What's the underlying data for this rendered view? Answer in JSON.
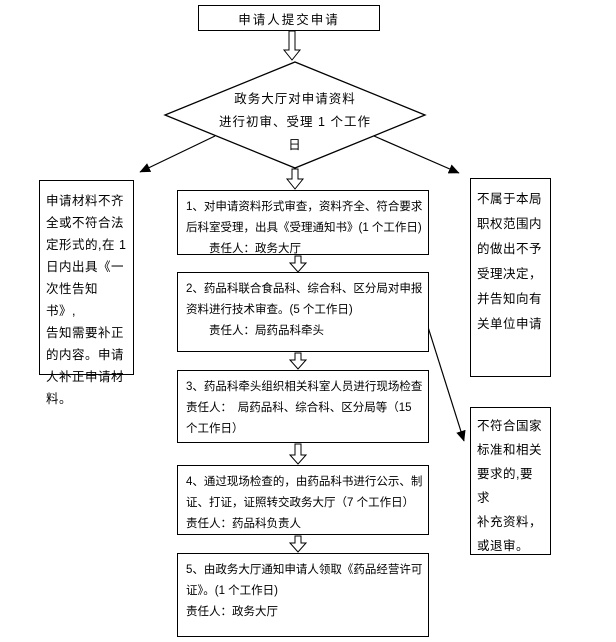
{
  "page": {
    "background_color": "#ffffff",
    "line_color": "#000000"
  },
  "flow": {
    "start": {
      "label": "申请人提交申请"
    },
    "decision": {
      "label": "政务大厅对申请资料\n进行初审、受理 1 个工作\n日"
    },
    "left_branch": {
      "text": "申请材料不齐\n全或不符合法\n定形式的,在 1\n日内出具《一\n次性告知书》,\n告知需要补正\n的内容。申请\n人补正申请材\n料。"
    },
    "right_branch": {
      "text": "不属于本局\n职权范围内\n的做出不予\n受理决定，\n并告知向有\n关单位申请"
    },
    "supplement_branch": {
      "text": "不符合国家\n标准和相关\n要求的,要求\n补充资料，\n或退审。"
    },
    "steps": [
      {
        "lines": [
          "1、对申请资料形式审查，资料齐全、符合要求",
          "后科室受理，出具《受理通知书》(1 个工作日)",
          "　　责任人：政务大厅"
        ]
      },
      {
        "lines": [
          "2、药品科联合食品科、综合科、区分局对申报",
          "资料进行技术审查。(5 个工作日)",
          "　　责任人：局药品科牵头"
        ]
      },
      {
        "lines": [
          "3、药品科牵头组织相关科室人员进行现场检查",
          "责任人：　局药品科、综合科、区分局等（15",
          "个工作日）"
        ]
      },
      {
        "lines": [
          "4、通过现场检查的，由药品科书进行公示、制",
          "证、打证，证照转交政务大厅（7 个工作日）",
          "责任人：药品科负责人"
        ]
      },
      {
        "lines": [
          "5、由政务大厅通知申请人领取《药品经营许可",
          "证》。(1 个工作日)",
          "责任人：政务大厅"
        ]
      }
    ]
  }
}
